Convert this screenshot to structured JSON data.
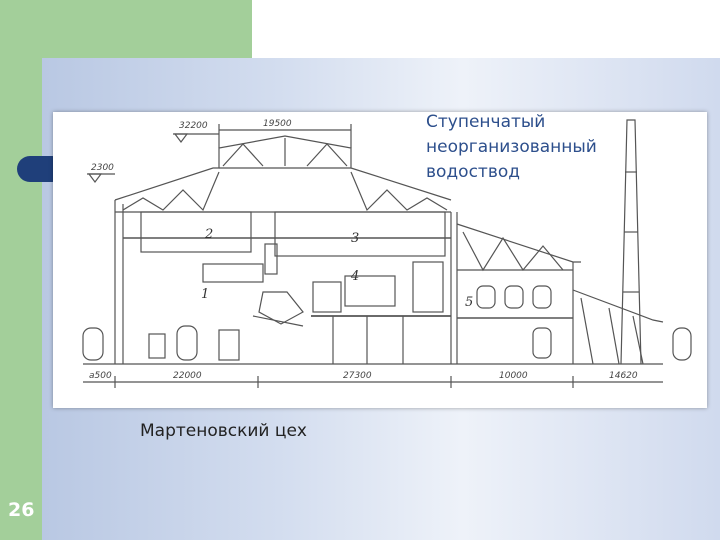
{
  "slide": {
    "number": "26",
    "caption": "Мартеновский цех",
    "note_lines": [
      "Ступенчатый",
      "неорганизованный",
      "водоствод"
    ]
  },
  "drawing": {
    "elevation_top": "32200",
    "elevation_side": "2300",
    "span_top": "19500",
    "spans_bottom": [
      "a500",
      "22000",
      "27300",
      "10000",
      "14620"
    ],
    "rooms": [
      "1",
      "2",
      "3",
      "4",
      "5"
    ]
  },
  "colors": {
    "green": "#a3cf9a",
    "bullet": "#1f3f7a",
    "note_text": "#2d4f8c"
  }
}
